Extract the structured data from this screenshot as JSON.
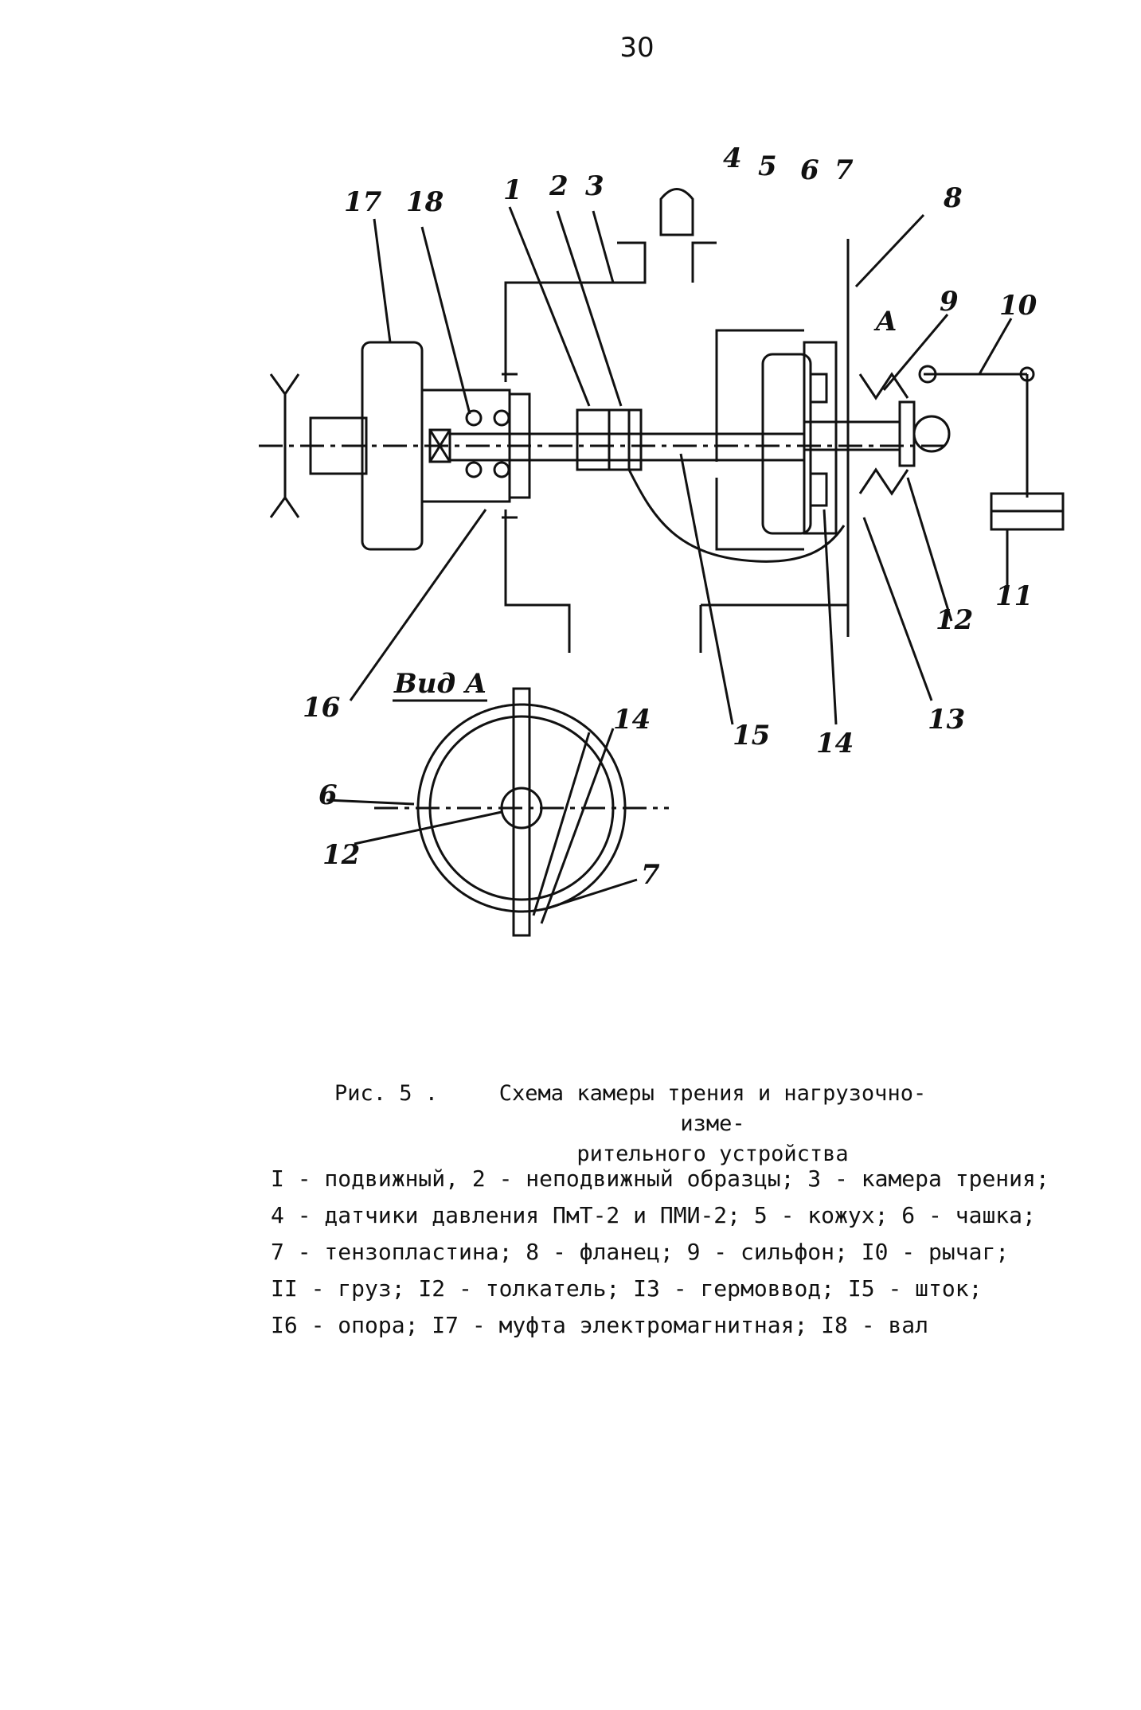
{
  "page_number": "30",
  "labels": {
    "n1": "1",
    "n2": "2",
    "n3": "3",
    "n4": "4",
    "n5": "5",
    "n6": "6",
    "n7": "7",
    "n8": "8",
    "n9": "9",
    "n10": "10",
    "n11": "11",
    "n12": "12",
    "n13": "13",
    "n14": "14",
    "n15": "15",
    "n16": "16",
    "n17": "17",
    "n18": "18",
    "arrow_A": "A",
    "view_title": "Вид А",
    "view_6": "6",
    "view_12": "12",
    "view_14": "14",
    "view_7": "7"
  },
  "caption": {
    "label": "Рис. 5 .",
    "title_line1": "Схема камеры трения и нагрузочно-изме-",
    "title_line2": "рительного устройства"
  },
  "legend": [
    "I - подвижный, 2 - неподвижный образцы; 3 - камера трения;",
    "4 - датчики давления ПмТ-2 и ПМИ-2; 5 - кожух; 6 - чашка;",
    "7 - тензопластина; 8 - фланец; 9 - сильфон; I0 - рычаг;",
    "II - груз; I2 - толкатель; I3 - гермоввод; I5 - шток;",
    "I6 - опора; I7 - муфта электромагнитная; I8 - вал"
  ]
}
